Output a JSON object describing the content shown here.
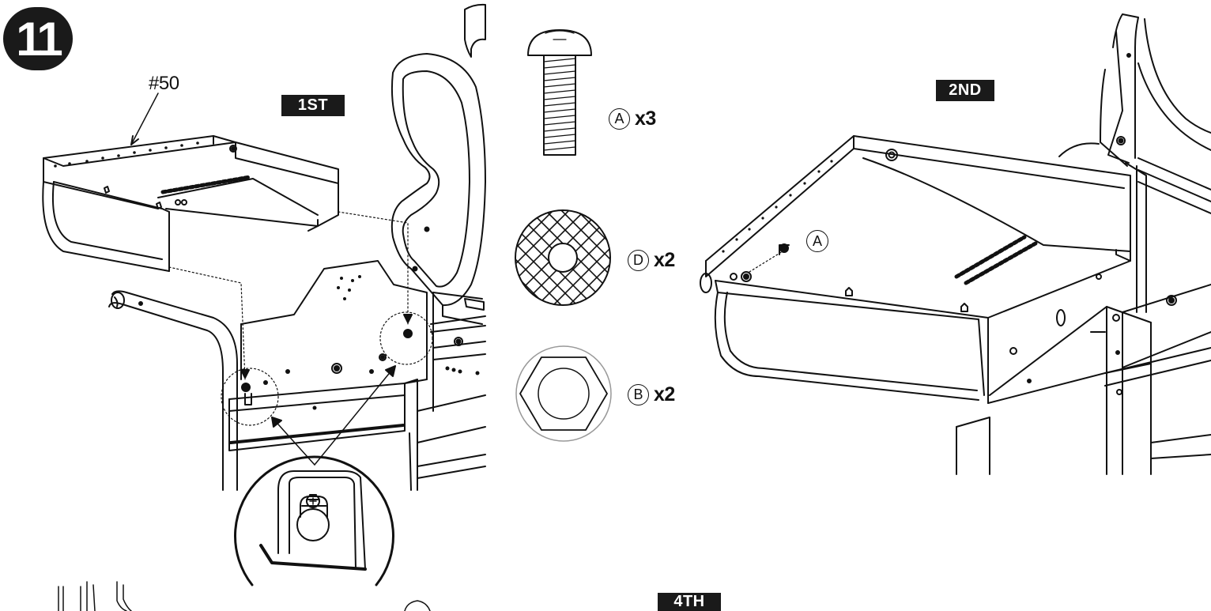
{
  "step": {
    "number": "11"
  },
  "stages": {
    "first": "1ST",
    "second": "2ND",
    "fourth": "4TH"
  },
  "part": {
    "label": "#50"
  },
  "hardware": [
    {
      "letter": "A",
      "qty": "x3",
      "icon": "screw-icon"
    },
    {
      "letter": "D",
      "qty": "x2",
      "icon": "washer-icon"
    },
    {
      "letter": "B",
      "qty": "x2",
      "icon": "hex-nut-icon"
    }
  ],
  "callout": {
    "letter": "A"
  }
}
